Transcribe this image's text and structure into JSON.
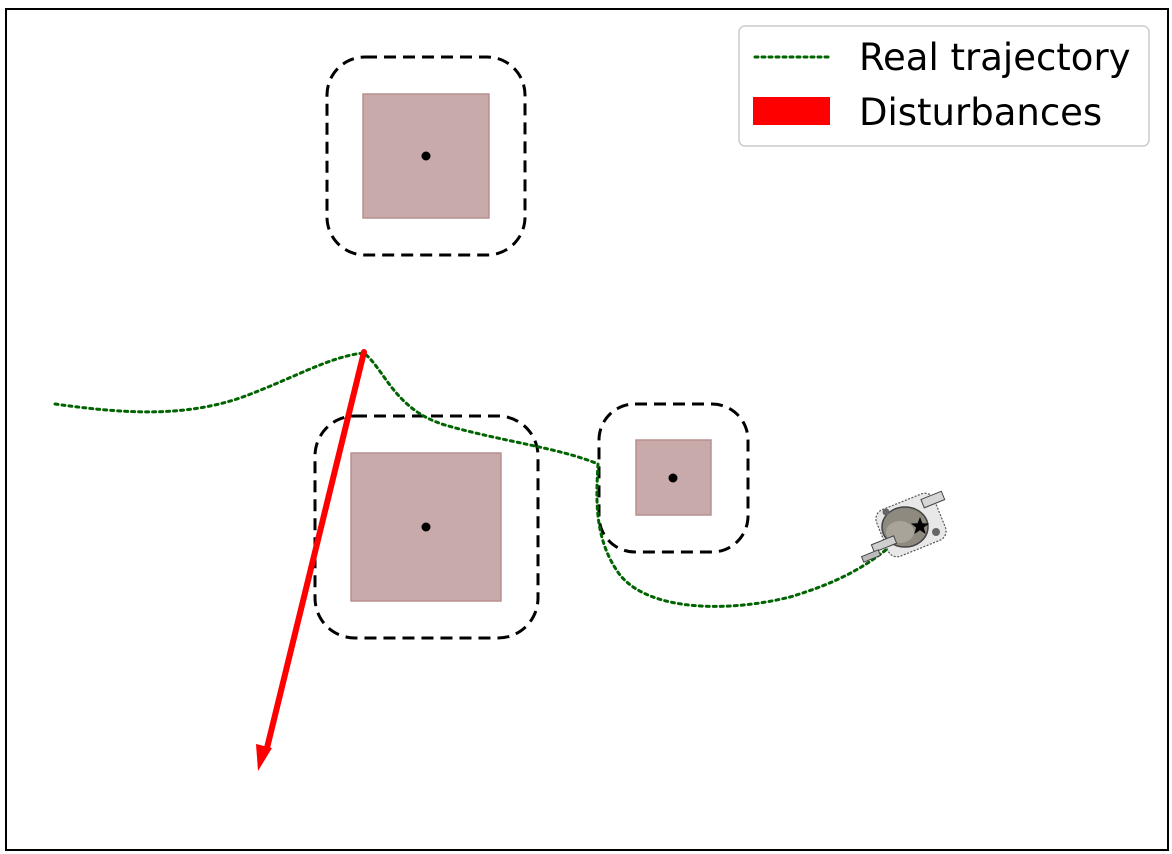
{
  "legend": {
    "trajectory_label": "Real trajectory",
    "disturbance_label": "Disturbances",
    "trajectory_color": "#006400",
    "disturbance_color": "#ff0000"
  },
  "obstacles": [
    {
      "name": "obstacle-top",
      "fill": "#c9aaaa"
    },
    {
      "name": "obstacle-middle-left",
      "fill": "#c9aaaa"
    },
    {
      "name": "obstacle-middle-right",
      "fill": "#c9aaaa"
    }
  ],
  "icons": {
    "robot": "robot-icon",
    "goal": "star-icon",
    "disturbance": "arrow-icon"
  }
}
